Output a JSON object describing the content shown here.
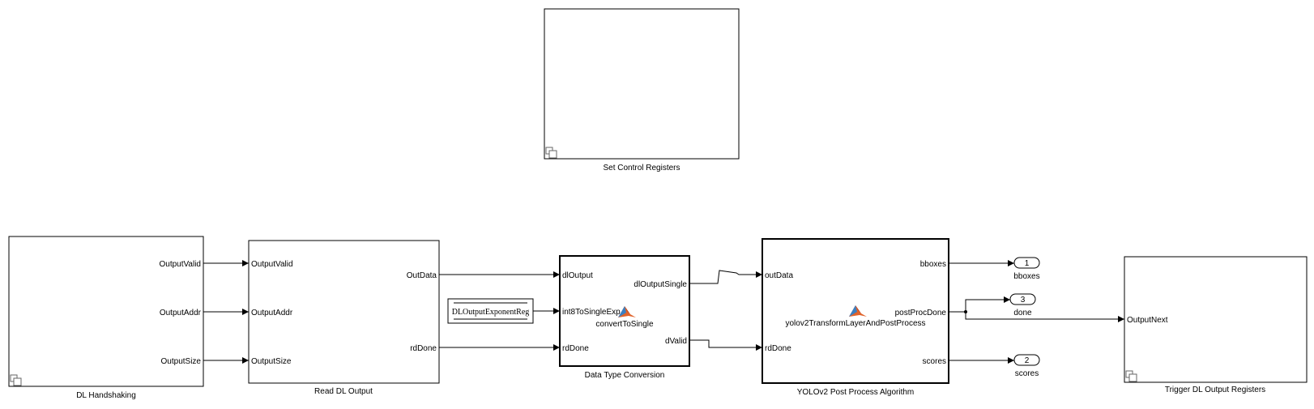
{
  "colors": {
    "matlab_icon_top": "#e0632b",
    "matlab_icon_side": "#3a7fc2",
    "line": "#000000",
    "background": "#ffffff"
  },
  "blocks": {
    "set_control": {
      "name": "Set Control Registers"
    },
    "dl_handshaking": {
      "name": "DL Handshaking",
      "out_ports": [
        "OutputValid",
        "OutputAddr",
        "OutputSize"
      ]
    },
    "read_dl_output": {
      "name": "Read DL Output",
      "in_ports": [
        "OutputValid",
        "OutputAddr",
        "OutputSize"
      ],
      "out_ports": [
        "OutData",
        "rdDone"
      ]
    },
    "constant": {
      "value": "DLOutputExponentReg"
    },
    "data_type_conversion": {
      "name": "Data Type Conversion",
      "function": "convertToSingle",
      "in_ports": [
        "dlOutput",
        "int8ToSingleExp",
        "rdDone"
      ],
      "out_ports": [
        "dlOutputSingle",
        "dValid"
      ]
    },
    "yolo_post": {
      "name": "YOLOv2 Post Process Algorithm",
      "function": "yolov2TransformLayerAndPostProcess",
      "in_ports": [
        "outData",
        "rdDone"
      ],
      "out_ports": [
        "bboxes",
        "postProcDone",
        "scores"
      ]
    },
    "trigger": {
      "name": "Trigger DL Output Registers",
      "in_ports": [
        "OutputNext"
      ]
    }
  },
  "outports": [
    {
      "number": "1",
      "name": "bboxes"
    },
    {
      "number": "3",
      "name": "done"
    },
    {
      "number": "2",
      "name": "scores"
    }
  ]
}
